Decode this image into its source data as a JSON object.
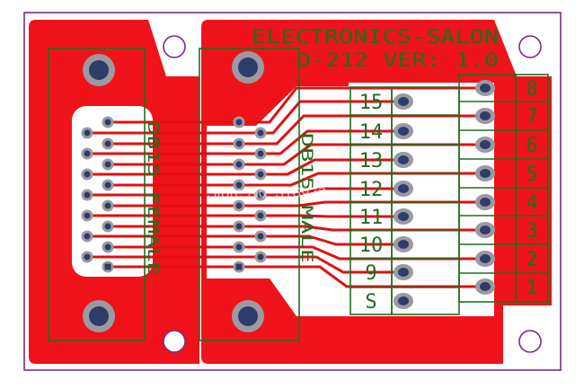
{
  "board": {
    "brand": "ELECTRONICS-SALON",
    "model": "D-212 VER: 1.0",
    "connector_female": "DB15 FEMALE",
    "connector_male": "DB15 MALE",
    "watermark": "Store No. 316973"
  },
  "colors": {
    "copper": "#f0121a",
    "background": "#ffffff",
    "silkscreen": "#1e6e1e",
    "outline": "#7a2a8a",
    "pad": "#2e3c6a",
    "pad_ring": "#9a9aa0"
  },
  "terminal_labels_left": [
    "15",
    "14",
    "13",
    "12",
    "11",
    "10",
    "9",
    "S"
  ],
  "terminal_labels_right": [
    "8",
    "7",
    "6",
    "5",
    "4",
    "3",
    "2",
    "1"
  ]
}
